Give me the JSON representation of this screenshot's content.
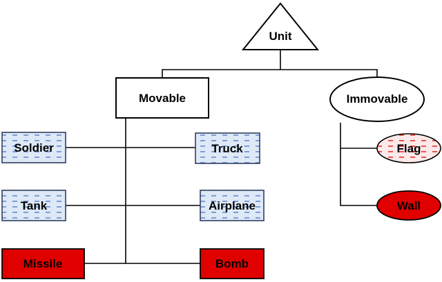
{
  "nodes": {
    "unit": {
      "label": "Unit",
      "shape": "triangle",
      "fill": "#ffffff"
    },
    "movable": {
      "label": "Movable",
      "shape": "rectangle",
      "fill": "#ffffff"
    },
    "immovable": {
      "label": "Immovable",
      "shape": "ellipse",
      "fill": "#ffffff"
    },
    "soldier": {
      "label": "Soldier",
      "shape": "rectangle",
      "fill": "#dee9f7",
      "pattern": "blue-dashes"
    },
    "truck": {
      "label": "Truck",
      "shape": "rectangle",
      "fill": "#dee9f7",
      "pattern": "blue-dashes"
    },
    "tank": {
      "label": "Tank",
      "shape": "rectangle",
      "fill": "#dee9f7",
      "pattern": "blue-dashes"
    },
    "airplane": {
      "label": "Airplane",
      "shape": "rectangle",
      "fill": "#dee9f7",
      "pattern": "blue-dashes"
    },
    "missile": {
      "label": "Missile",
      "shape": "rectangle",
      "fill": "#e00000"
    },
    "bomb": {
      "label": "Bomb",
      "shape": "rectangle",
      "fill": "#e00000"
    },
    "flag": {
      "label": "Flag",
      "shape": "ellipse",
      "fill": "#fde9e9",
      "pattern": "red-dashes"
    },
    "wall": {
      "label": "Wall",
      "shape": "ellipse",
      "fill": "#e00000"
    }
  },
  "colors": {
    "line": "#000000",
    "dash_blue": "#4a72c4",
    "dash_red": "#e00000"
  }
}
